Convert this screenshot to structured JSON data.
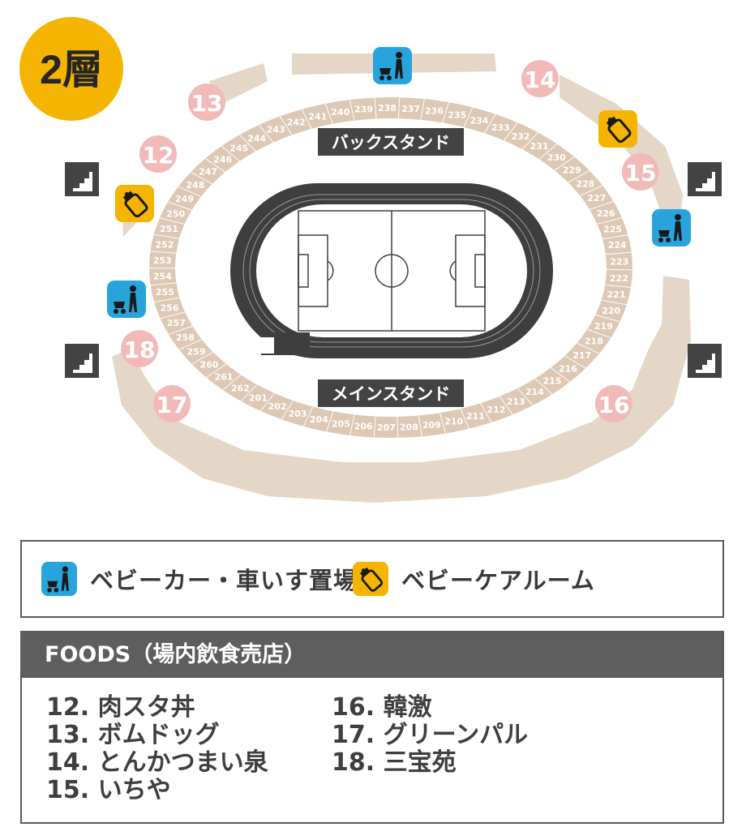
{
  "level_badge": "2層",
  "stands": {
    "back": "バックスタンド",
    "main": "メインスタンド"
  },
  "sections_back": [
    "241",
    "240",
    "239",
    "238",
    "237",
    "236",
    "235",
    "234",
    "233",
    "232",
    "231",
    "230",
    "229",
    "228",
    "227",
    "226",
    "225",
    "224",
    "223",
    "222",
    "221",
    "220",
    "219",
    "218",
    "217",
    "216",
    "215",
    "214"
  ],
  "sections_main": [
    "213",
    "212",
    "211",
    "210",
    "209",
    "208",
    "207",
    "206",
    "205",
    "204",
    "203",
    "202",
    "201",
    "262",
    "261",
    "260",
    "259",
    "258",
    "257",
    "256",
    "255",
    "254",
    "253",
    "252",
    "251",
    "250",
    "249",
    "248",
    "247",
    "246",
    "245",
    "244",
    "243",
    "242"
  ],
  "food_markers": [
    "12",
    "13",
    "14",
    "15",
    "16",
    "17",
    "18"
  ],
  "legend": {
    "stroller": "ベビーカー・車いす置場",
    "baby_room": "ベビーケアルーム"
  },
  "foods": {
    "title": "FOODS（場内飲食売店）",
    "left": [
      "12. 肉スタ丼",
      "13. ボムドッグ",
      "14. とんかつまい泉",
      "15. いちや"
    ],
    "right": [
      "16. 韓激",
      "17. グリーンパル",
      "18. 三宝苑"
    ]
  },
  "colors": {
    "badge": "#f4b400",
    "concourse": "#e5d7c8",
    "seat": "#dcc8b4",
    "marker_pink": "#f2b9b9",
    "stroller_blue": "#29a3dc",
    "baby_yellow": "#f4b400",
    "dark": "#434343"
  }
}
